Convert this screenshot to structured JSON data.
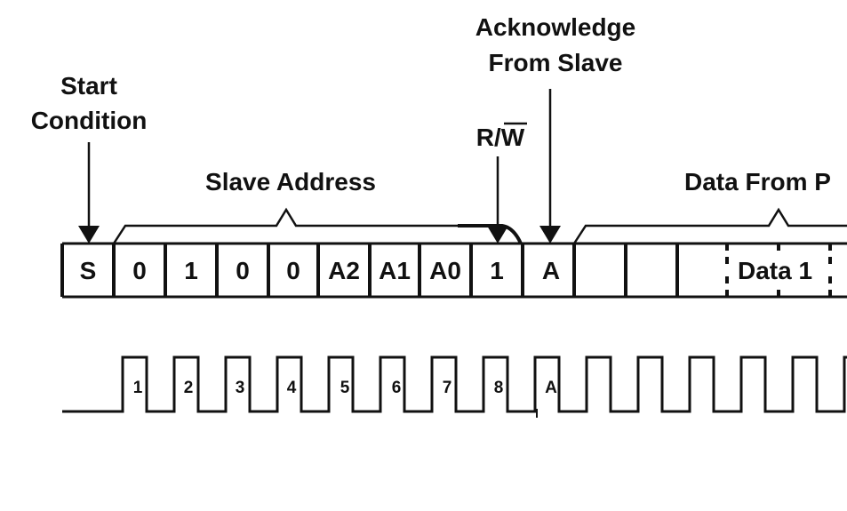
{
  "labels": {
    "start_condition": [
      "Start",
      "Condition"
    ],
    "acknowledge": [
      "Acknowledge",
      "From Slave"
    ],
    "rw": "R/W",
    "slave_address": "Slave Address",
    "data_from": "Data From P"
  },
  "frame_cells": [
    "S",
    "0",
    "1",
    "0",
    "0",
    "A2",
    "A1",
    "A0",
    "1",
    "A",
    "",
    "",
    "Data 1"
  ],
  "clock_labels": [
    "1",
    "2",
    "3",
    "4",
    "5",
    "6",
    "7",
    "8",
    "A"
  ],
  "colors": {
    "ink": "#111111",
    "background": "#ffffff"
  }
}
